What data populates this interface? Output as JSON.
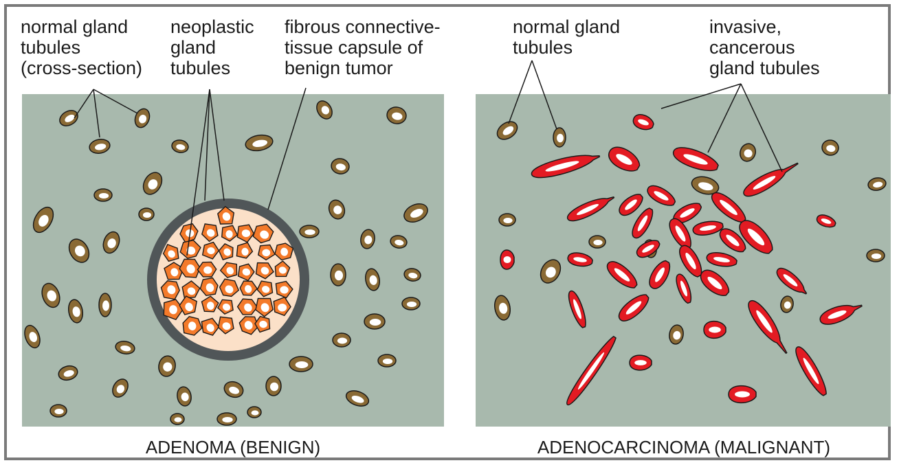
{
  "labels": {
    "normal_cross_section": [
      "normal gland",
      "tubules",
      "(cross-section)"
    ],
    "neoplastic": [
      "neoplastic",
      "gland",
      "tubules"
    ],
    "capsule": [
      "fibrous connective-",
      "tissue capsule of",
      "benign tumor"
    ],
    "normal_right": [
      "normal gland",
      "tubules"
    ],
    "invasive": [
      "invasive,",
      "cancerous",
      "gland tubules"
    ]
  },
  "captions": {
    "left": "ADENOMA (BENIGN)",
    "right": "ADENOCARCINOMA (MALIGNANT)"
  },
  "colors": {
    "tissue": "#a8b9ad",
    "normal_tubule": "#8a6a35",
    "neoplastic_cell": "#f47a2a",
    "capsule": "#505658",
    "cancer": "#e31b23",
    "lumen": "#ffffff",
    "outline": "#1a1a1a"
  }
}
